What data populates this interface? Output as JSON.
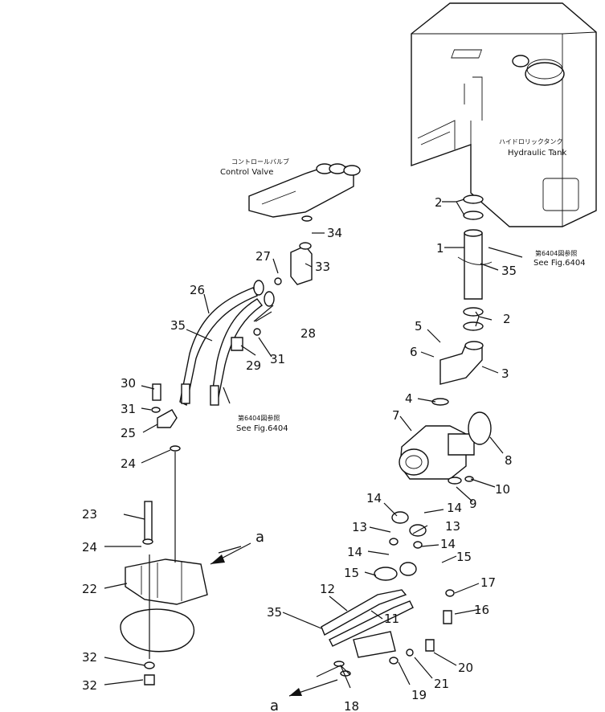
{
  "tank": {
    "label_jp": "ハイドロリックタンク",
    "label_en": "Hydraulic Tank"
  },
  "valve": {
    "label_jp": "コントロールバルブ",
    "label_en": "Control Valve"
  },
  "refs": [
    {
      "jp": "第6404図参照",
      "en": "See Fig.6404"
    },
    {
      "jp": "第6404図参照",
      "en": "See Fig.6404"
    }
  ],
  "arrow_label": "a",
  "callouts": [
    "1",
    "2",
    "2",
    "3",
    "4",
    "5",
    "6",
    "7",
    "8",
    "9",
    "10",
    "11",
    "12",
    "13",
    "13",
    "14",
    "14",
    "14",
    "14",
    "15",
    "15",
    "16",
    "17",
    "18",
    "19",
    "20",
    "21",
    "22",
    "23",
    "24",
    "24",
    "25",
    "26",
    "27",
    "28",
    "29",
    "30",
    "31",
    "31",
    "32",
    "32",
    "33",
    "34",
    "35",
    "35",
    "35"
  ]
}
